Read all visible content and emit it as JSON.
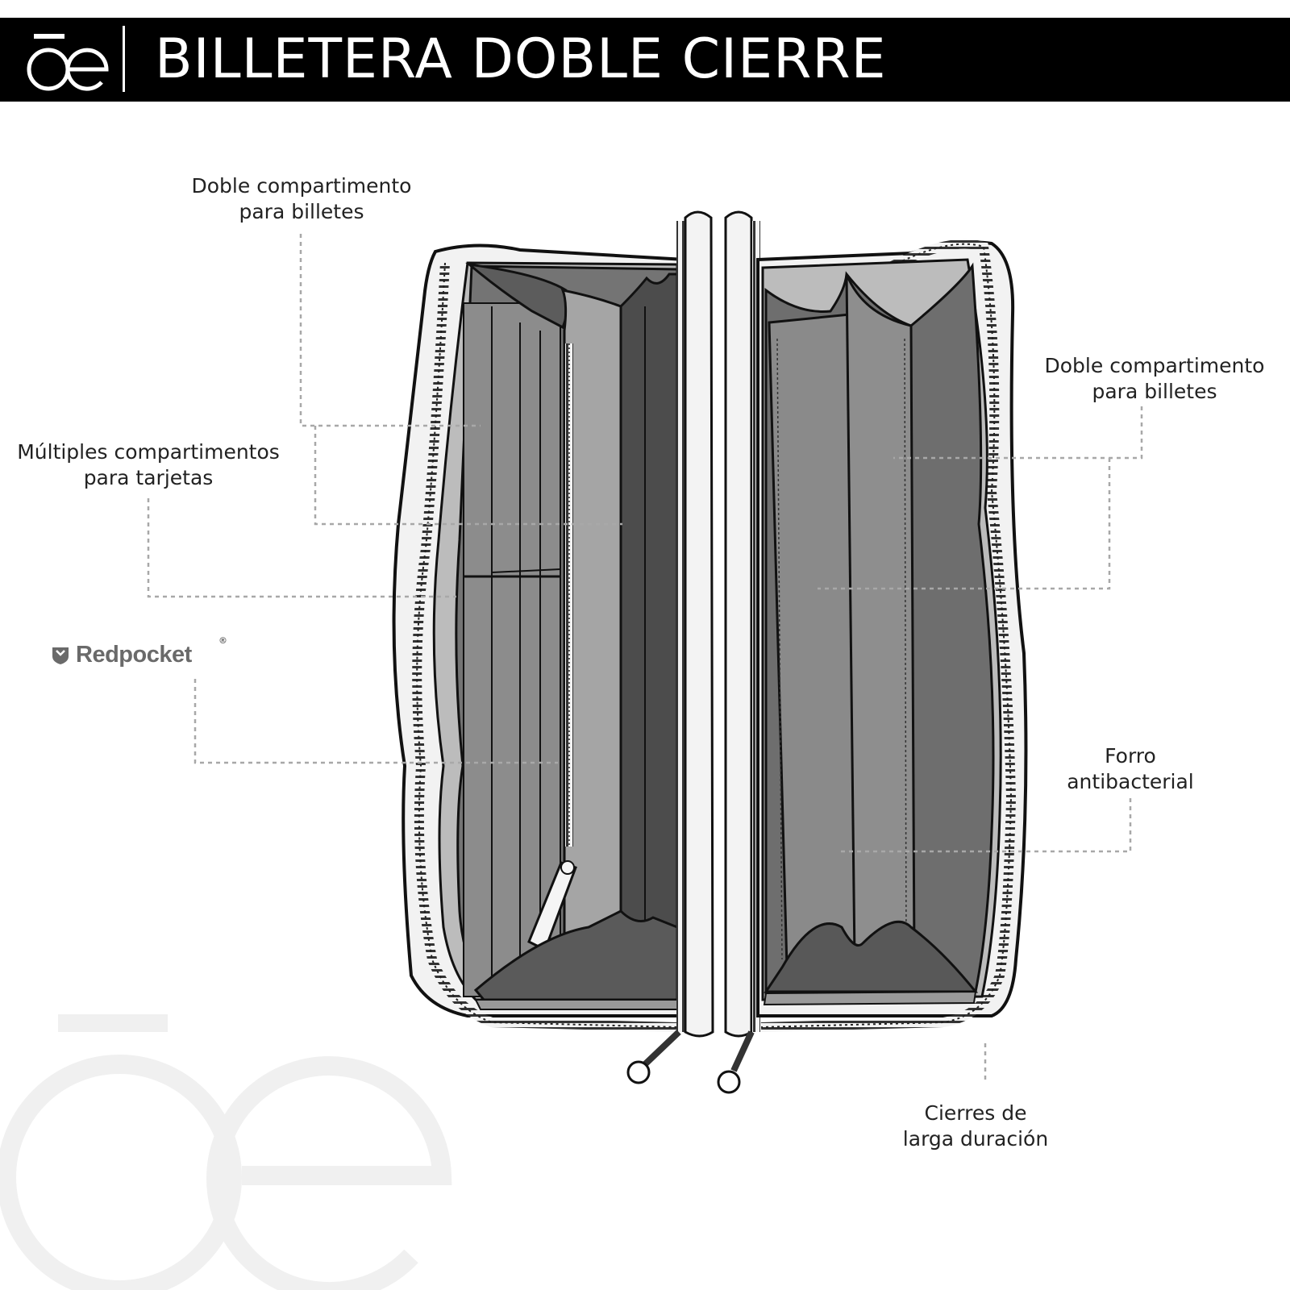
{
  "header": {
    "logo_text": "ōe",
    "title": "BILLETERA DOBLE CIERRE"
  },
  "callouts": {
    "bills_left": [
      "Doble compartimento",
      "para billetes"
    ],
    "cards": [
      "Múltiples compartimentos",
      "para tarjetas"
    ],
    "bills_right": [
      "Doble compartimento",
      "para billetes"
    ],
    "lining": [
      "Forro",
      "antibacterial"
    ],
    "zippers": [
      "Cierres de",
      "larga duración"
    ]
  },
  "brand": {
    "name": "Redpocket",
    "mark": "®"
  },
  "colors": {
    "header_bg": "#000000",
    "header_text": "#ffffff",
    "leader_line": "#a8a8a8",
    "watermark": "#f0f0f0",
    "brand_gray": "#6a6a6a"
  }
}
